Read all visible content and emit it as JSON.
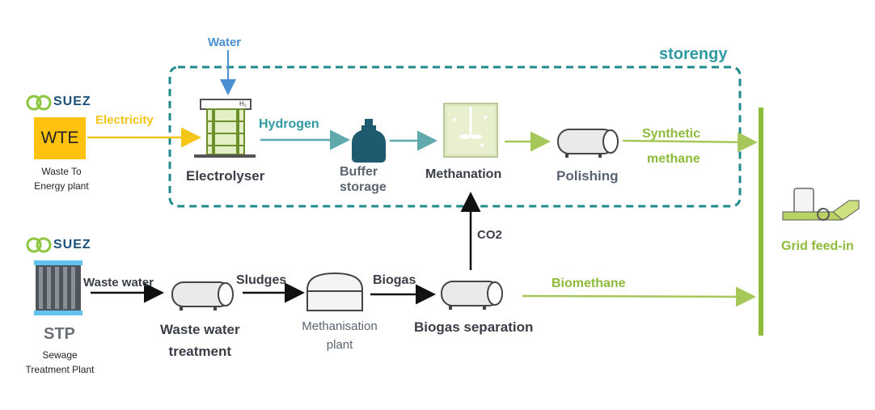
{
  "brands": {
    "suez_top": "SUEZ",
    "suez_bottom": "SUEZ",
    "storengy": "storengy"
  },
  "inputs": {
    "water": "Water",
    "electricity": "Electricity",
    "wte_box": "WTE",
    "wte_caption_line1": "Waste To",
    "wte_caption_line2": "Energy plant",
    "stp_label": "STP",
    "stp_caption_line1": "Sewage",
    "stp_caption_line2": "Treatment Plant"
  },
  "top_flow": {
    "hydrogen": "Hydrogen",
    "electrolyser": "Electrolyser",
    "buffer_line1": "Buffer",
    "buffer_line2": "storage",
    "methanation": "Methanation",
    "polishing": "Polishing",
    "synthetic_line1": "Synthetic",
    "synthetic_line2": "methane",
    "h2_tag": "H₂"
  },
  "bottom_flow": {
    "waste_water": "Waste water",
    "sludges": "Sludges",
    "biogas": "Biogas",
    "ww_treatment_line1": "Waste water",
    "ww_treatment_line2": "treatment",
    "methanisation_line1": "Methanisation",
    "methanisation_line2": "plant",
    "biogas_separation": "Biogas separation",
    "co2": "CO2",
    "biomethane": "Biomethane"
  },
  "grid": {
    "label": "Grid feed-in"
  },
  "colors": {
    "accent_teal": "#2f9aa0",
    "water_blue": "#4a8fcf",
    "electricity_yellow": "#f5c518",
    "methane_green": "#8dbb3a",
    "dark_text": "#3a3f47"
  }
}
